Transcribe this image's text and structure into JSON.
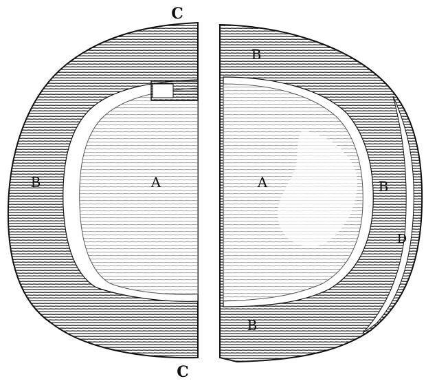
{
  "figure": {
    "labels": {
      "c_top": "C",
      "c_bottom": "C",
      "a_left": "A",
      "a_right": "A",
      "b_left": "B",
      "b_top_right": "B",
      "b_right": "B",
      "b_bottom": "B",
      "d_right": "D"
    },
    "colors": {
      "ink": "#111111",
      "light_hatch": "#9a9a9a",
      "paper": "#ffffff"
    }
  }
}
